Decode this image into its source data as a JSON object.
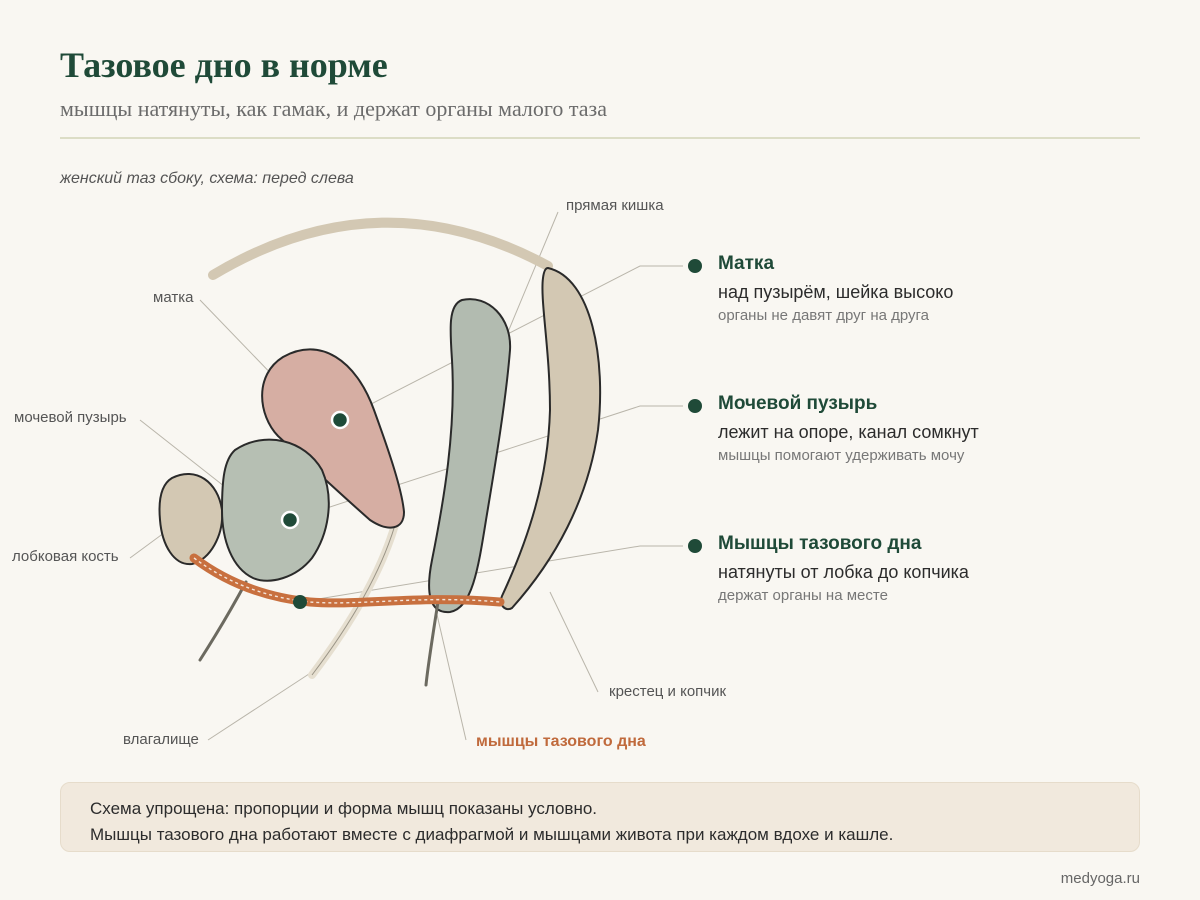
{
  "header": {
    "title": "Тазовое дно в норме",
    "subtitle": "мышцы натянуты, как гамак, и держат органы малого таза"
  },
  "diagram": {
    "caption": "женский таз сбоку, схема: перед слева",
    "labels": {
      "rectum": "прямая кишка",
      "uterus": "матка",
      "bladder": "мочевой пузырь",
      "pubic_bone": "лобковая кость",
      "vagina": "влагалище",
      "pelvic_floor": "мышцы тазового дна",
      "sacrum_coccyx": "крестец и копчик"
    },
    "colors": {
      "uterus": "#d6aea3",
      "bladder": "#b6bfb3",
      "rectum": "#b2bbb0",
      "bone": "#d3c8b3",
      "muscle": "#c8703f",
      "marker": "#1f4a38"
    }
  },
  "info": [
    {
      "title": "Матка",
      "text": "над пузырём, шейка высоко",
      "sub": "органы не давят друг на друга"
    },
    {
      "title": "Мочевой пузырь",
      "text": "лежит на опоре, канал сомкнут",
      "sub": "мышцы помогают удерживать мочу"
    },
    {
      "title": "Мышцы тазового дна",
      "text": "натянуты от лобка до копчика",
      "sub": "держат органы на месте"
    }
  ],
  "note": {
    "line1": "Схема упрощена: пропорции и форма мышц показаны условно.",
    "line2": "Мышцы тазового дна работают вместе с диафрагмой и мышцами живота при каждом вдохе и кашле."
  },
  "footer": "medyoga.ru"
}
